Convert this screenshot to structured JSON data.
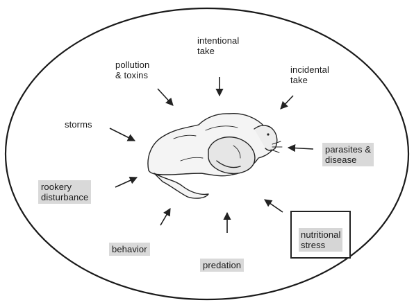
{
  "diagram": {
    "factors": {
      "intentional_take": "intentional\ntake",
      "pollution_toxins": "pollution\n& toxins",
      "incidental_take": "incidental\ntake",
      "storms": "storms",
      "parasites_disease": "parasites &\ndisease",
      "rookery_disturbance": "rookery\ndisturbance",
      "nutritional_stress": "nutritional\nstress",
      "behavior": "behavior",
      "predation": "predation"
    }
  }
}
